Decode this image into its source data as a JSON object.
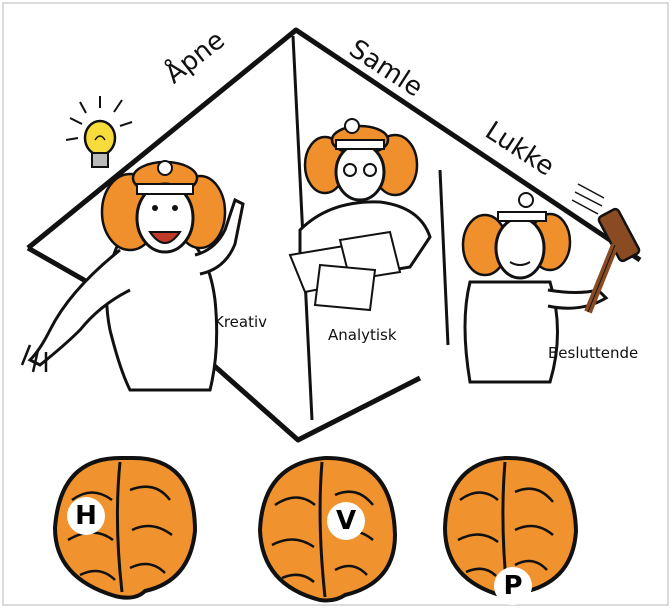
{
  "phases": {
    "open": "Åpne",
    "gather": "Samle",
    "close": "Lukke"
  },
  "roles": {
    "creative": "Kreativ",
    "analytical": "Analytisk",
    "decisive": "Besluttende"
  },
  "brains": {
    "left": "H",
    "middle": "V",
    "right": "P"
  },
  "colors": {
    "hair": "#f0902c",
    "brain": "#f0922e",
    "ink": "#111111",
    "bulb": "#f7dc3b",
    "gavel": "#8a4b22"
  }
}
